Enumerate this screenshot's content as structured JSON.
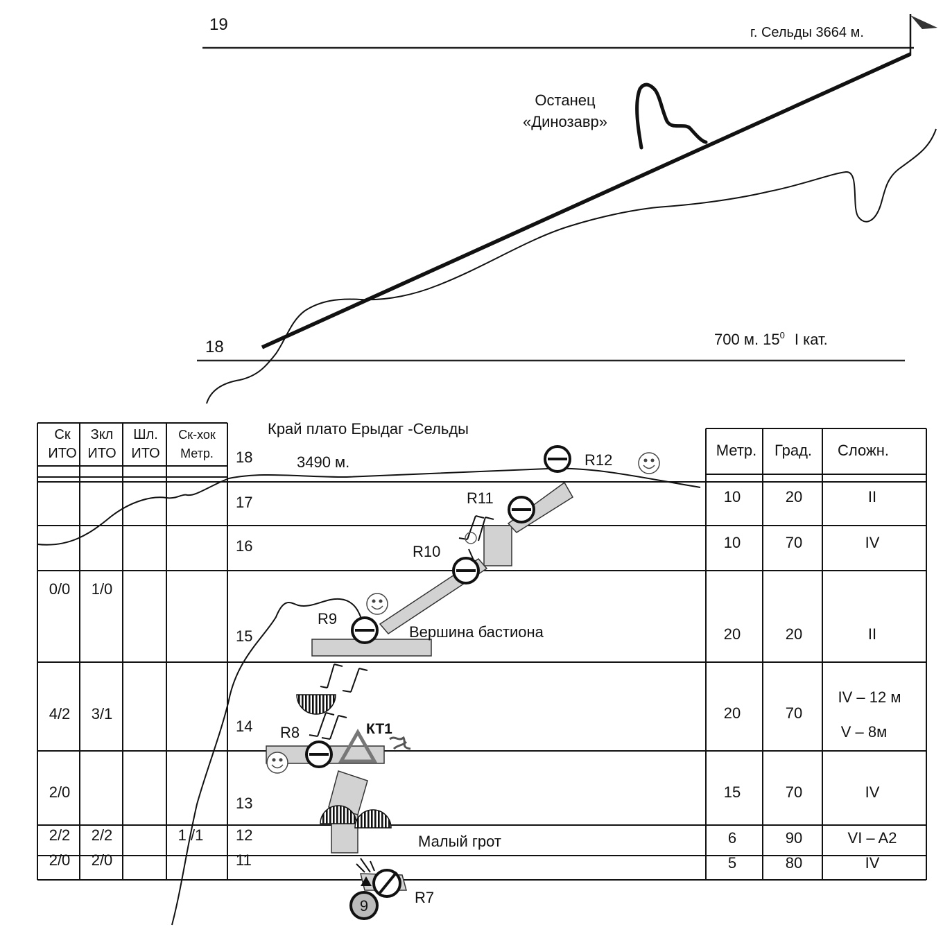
{
  "top_section": {
    "line_19_label": "19",
    "line_18_label": "18",
    "summit_label": "г. Сельды 3664 м.",
    "rock_label_line1": "Останец",
    "rock_label_line2": "«Динозавр»",
    "segment_spec": "700 м. 15",
    "segment_degree_sup": "0",
    "segment_category": "I кат."
  },
  "table": {
    "left_headers": [
      {
        "line1": "Ск",
        "line2": "ИТО"
      },
      {
        "line1": "Зкл",
        "line2": "ИТО"
      },
      {
        "line1": "Шл.",
        "line2": "ИТО"
      },
      {
        "line1": "Ск-хок",
        "line2": "Метр."
      }
    ],
    "right_headers": [
      "Метр.",
      "Град.",
      "Сложн."
    ],
    "rows": [
      {
        "num": "18",
        "left": [
          "",
          "",
          "",
          ""
        ],
        "right": [
          "",
          "",
          ""
        ]
      },
      {
        "num": "17",
        "left": [
          "",
          "",
          "",
          ""
        ],
        "right": [
          "10",
          "20",
          "II"
        ]
      },
      {
        "num": "16",
        "left": [
          "",
          "",
          "",
          ""
        ],
        "right": [
          "10",
          "70",
          "IV"
        ]
      },
      {
        "num": "15",
        "left": [
          "0/0",
          "1/0",
          "",
          ""
        ],
        "right": [
          "20",
          "20",
          "II"
        ]
      },
      {
        "num": "14",
        "left": [
          "4/2",
          "3/1",
          "",
          ""
        ],
        "right": [
          "20",
          "70",
          ""
        ]
      },
      {
        "num": "13",
        "left": [
          "2/0",
          "",
          "",
          ""
        ],
        "right": [
          "15",
          "70",
          "IV"
        ]
      },
      {
        "num": "12",
        "left": [
          "2/2",
          "2/2",
          "",
          "1 /1"
        ],
        "right": [
          "6",
          "90",
          "VI – A2"
        ]
      },
      {
        "num": "11",
        "left": [
          "2/0",
          "2/0",
          "",
          ""
        ],
        "right": [
          "5",
          "80",
          "IV"
        ]
      }
    ],
    "row14_difficulty_line1": "IV – 12 м",
    "row14_difficulty_line2": "V – 8м"
  },
  "route": {
    "plateau_label": "Край плато Ерыдаг -Сельды",
    "altitude_label": "3490 м.",
    "bastion_label": "Вершина бастиона",
    "grotto_label": "Малый грот",
    "control_point_label": "КТ1",
    "camp_number": "9",
    "anchors": [
      "R12",
      "R11",
      "R10",
      "R9",
      "R8",
      "R7"
    ]
  }
}
